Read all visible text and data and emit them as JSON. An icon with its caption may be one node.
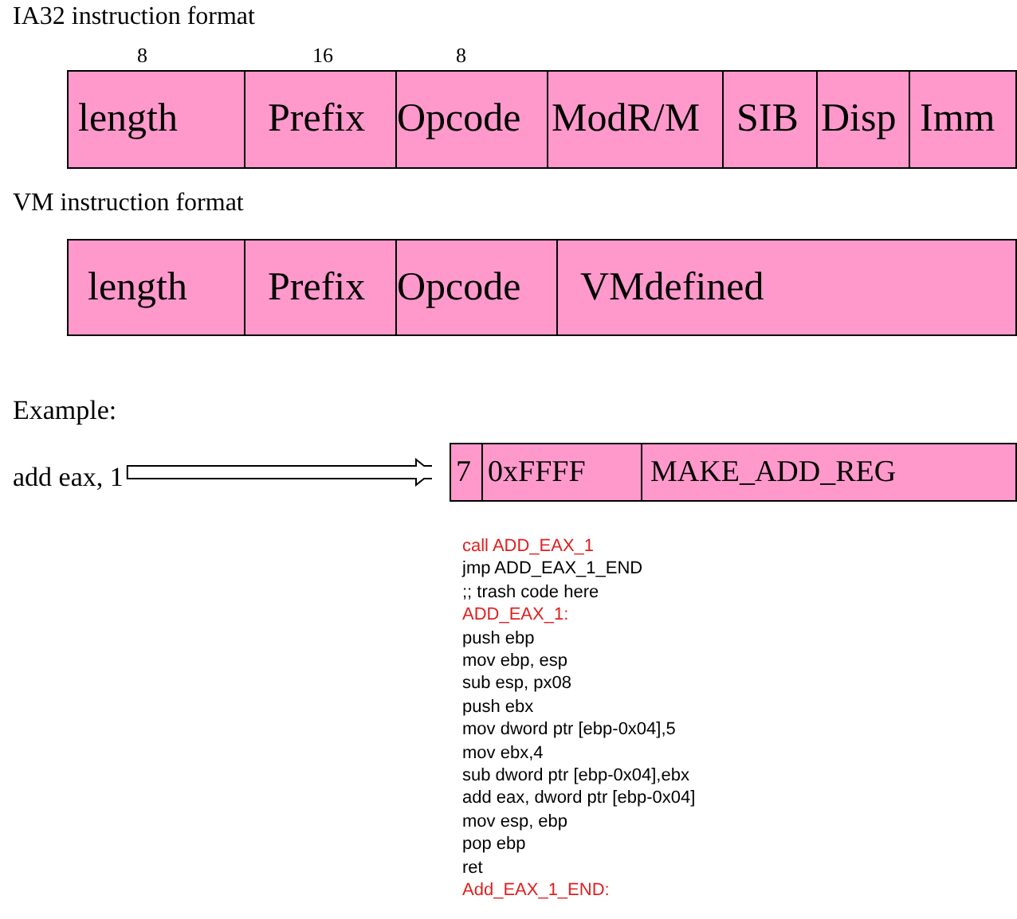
{
  "diagram": {
    "nodes": [
      {
        "text": [
          "length"
        ],
        "beside": [
          "8"
        ]
      },
      {
        "text": [
          "Prefix"
        ],
        "beside": [
          "16"
        ]
      },
      {
        "text": [
          "Opcode"
        ],
        "beside": [
          "8"
        ]
      },
      {
        "text": [
          "ModR/M"
        ]
      },
      {
        "text": [
          "SIB"
        ]
      },
      {
        "text": [
          "Disp"
        ]
      },
      {
        "text": [
          "Imm"
        ]
      },
      {
        "text": [
          "length"
        ]
      },
      {
        "text": [
          "Prefix"
        ]
      },
      {
        "text": [
          "Opcode"
        ]
      },
      {
        "text": [
          "VMdefined"
        ]
      },
      {
        "text": [
          "add eax, 1"
        ]
      },
      {
        "text": [
          "7"
        ]
      },
      {
        "text": [
          "0xFFFF"
        ]
      },
      {
        "text": [
          "MAKE_ADD_REG"
        ]
      }
    ],
    "edges": [
      {
        "from": 11,
        "to": 12,
        "arrow": "to"
      }
    ],
    "labels": [
      "IA32 instruction format",
      "VM instruction format",
      "Example:",
      "call ADD_EAX_1",
      "jmp ADD_EAX_1_END",
      ";; trash code here",
      "ADD_EAX_1:",
      "push ebp",
      "mov ebp, esp",
      "sub esp, px08",
      "push ebx",
      "mov dword ptr [ebp-0x04],5",
      "mov ebx,4",
      "sub dword ptr [ebp-0x04],ebx",
      "add eax, dword ptr [ebp-0x04]",
      "mov esp, ebp",
      "pop ebp",
      "ret",
      "Add_EAX_1_END:"
    ]
  }
}
